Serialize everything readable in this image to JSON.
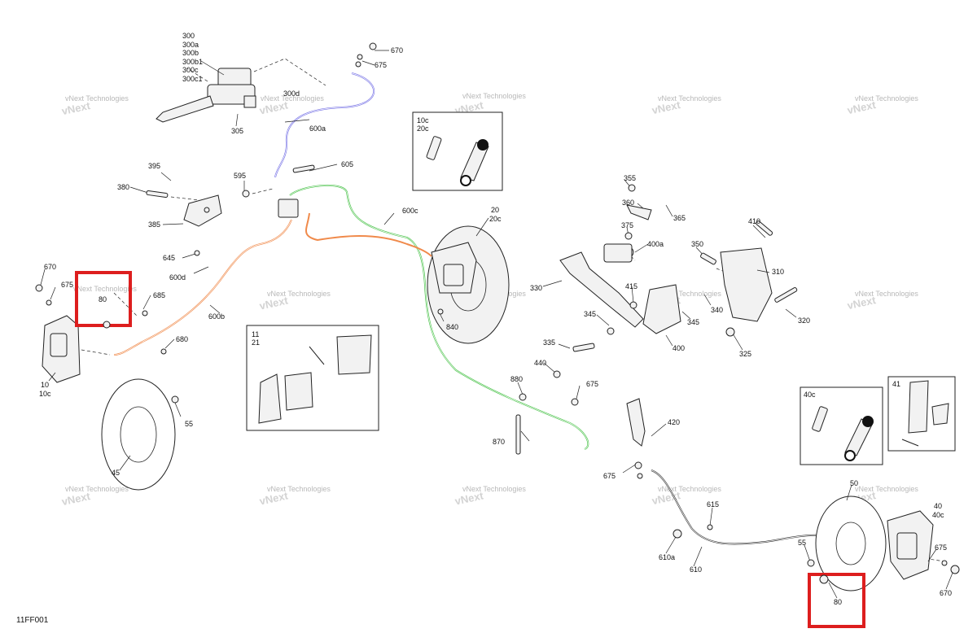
{
  "diagram_code": "11FF001",
  "watermark_text": "vNext Technologies",
  "colors": {
    "highlight": "#dd1e1e",
    "line_front_left": "#f08a4b",
    "line_front_main": "#4fc44f",
    "line_handlebar": "#7a76e6"
  },
  "callouts": {
    "c300": "300",
    "c300a": "300a",
    "c300b": "300b",
    "c300b1": "300b1",
    "c300c": "300c",
    "c300c1": "300c1",
    "c300d": "300d",
    "c305": "305",
    "c600a": "600a",
    "c670_top": "670",
    "c675_top": "675",
    "c395": "395",
    "c380": "380",
    "c385": "385",
    "c595": "595",
    "c605": "605",
    "c600c": "600c",
    "c20": "20",
    "c20c": "20c",
    "c645": "645",
    "c600d": "600d",
    "c600b": "600b",
    "c685": "685",
    "c680": "680",
    "c670_left": "670",
    "c675_left": "675",
    "c10": "10",
    "c10c": "10c",
    "c80_left": "80",
    "c55_left": "55",
    "c45": "45",
    "c840": "840",
    "c440": "440",
    "c880": "880",
    "c675_mid": "675",
    "c870": "870",
    "c355": "355",
    "c360": "360",
    "c365": "365",
    "c375": "375",
    "c400a": "400a",
    "c330": "330",
    "c415": "415",
    "c345_a": "345",
    "c345_b": "345",
    "c335": "335",
    "c400": "400",
    "c350": "350",
    "c340": "340",
    "c410": "410",
    "c310": "310",
    "c320": "320",
    "c325": "325",
    "c420": "420",
    "c675_low": "675",
    "c615": "615",
    "c610a": "610a",
    "c610": "610",
    "c55_right": "55",
    "c50": "50",
    "c40": "40",
    "c40c": "40c",
    "c675_right": "675",
    "c670_right": "670",
    "c80_right": "80"
  },
  "insets": {
    "bleeder_front": {
      "line1": "10c",
      "line2": "20c"
    },
    "pads_front": {
      "line1": "11",
      "line2": "21"
    },
    "bleeder_rear": {
      "line1": "40c"
    },
    "pads_rear": {
      "line1": "41"
    }
  }
}
